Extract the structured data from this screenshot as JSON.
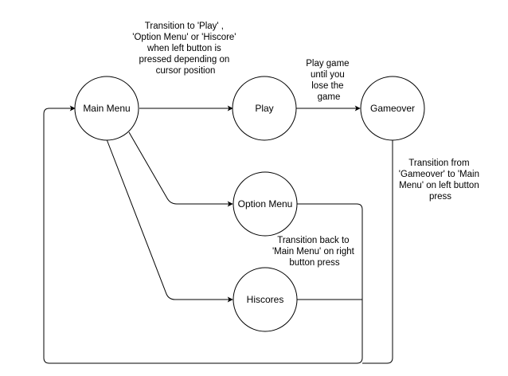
{
  "nodes": {
    "main_menu": "Main Menu",
    "play": "Play",
    "gameover": "Gameover",
    "option_menu": "Option Menu",
    "hiscores": "Hiscores"
  },
  "annotations": {
    "transition_from_main": [
      "Transition to 'Play' ,",
      "'Option Menu' or 'Hiscore'",
      "when left button is",
      "pressed depending on",
      "cursor position"
    ],
    "play_to_gameover": [
      "Play game",
      "until you",
      "lose the",
      "game"
    ],
    "gameover_to_main": [
      "Transition from",
      "'Gameover' to 'Main",
      "Menu' on left button",
      "press"
    ],
    "back_to_main": [
      "Transition back to",
      "'Main Menu' on right",
      "button press"
    ]
  },
  "colors": {
    "stroke": "#000000",
    "fill": "#ffffff"
  }
}
